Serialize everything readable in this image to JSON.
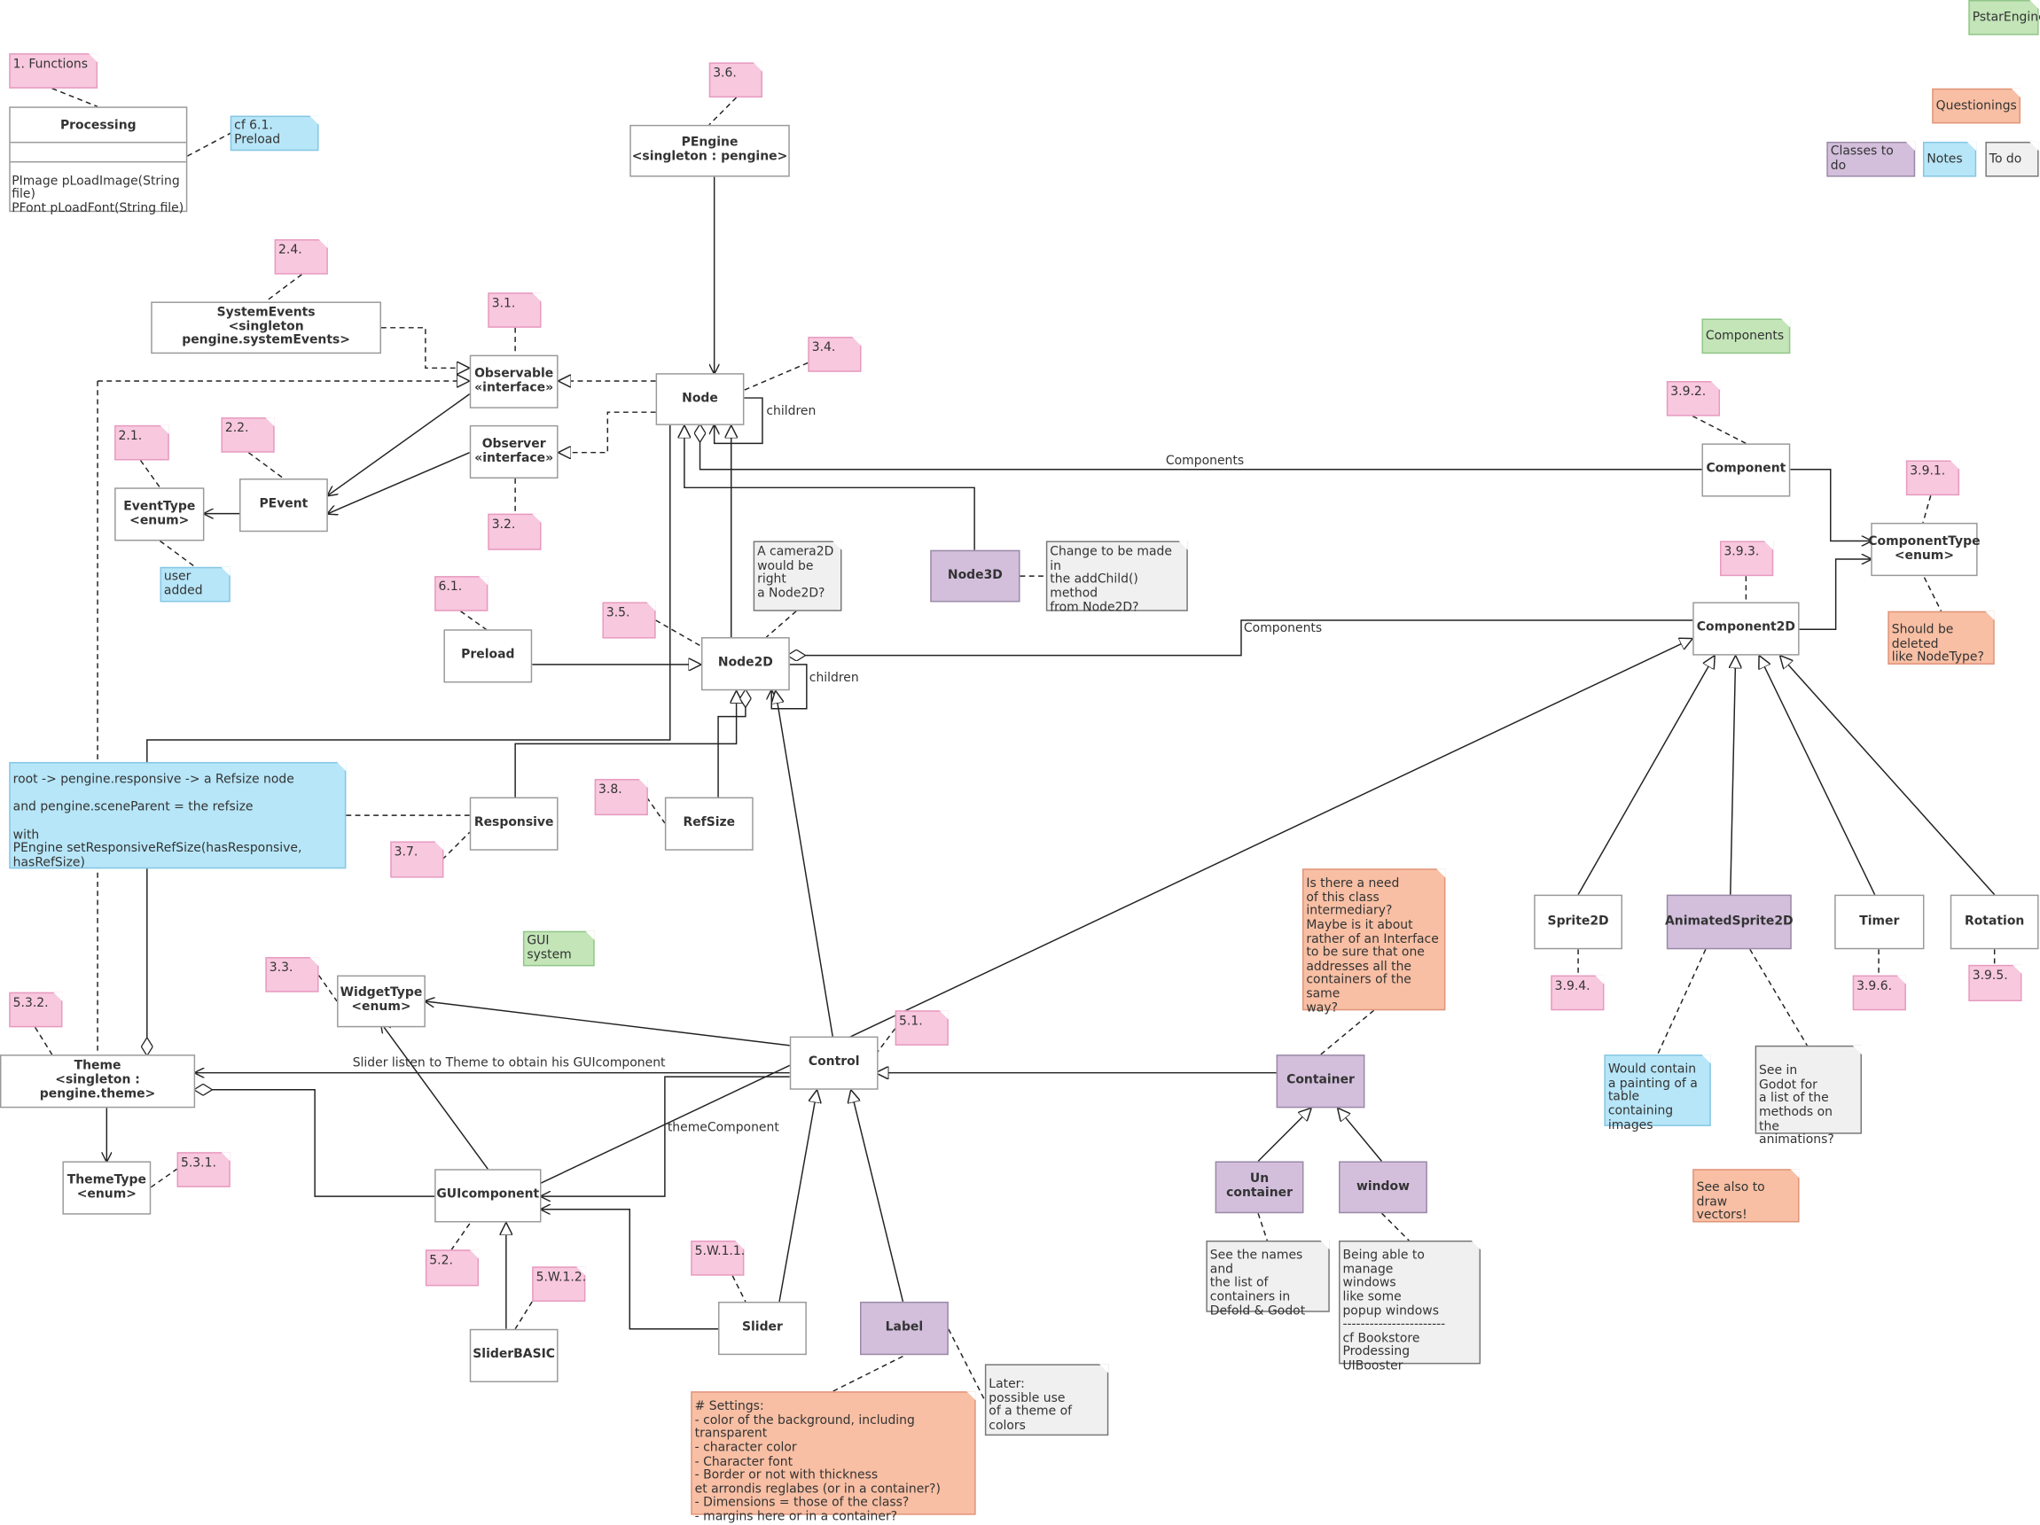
{
  "classes": {
    "processing": {
      "name": "Processing",
      "operations": "PImage pLoadImage(String file)\nPFont pLoadFont(String file)"
    },
    "pengine": "PEngine\n<singleton : pengine>",
    "system_events": "SystemEvents\n<singleton pengine.systemEvents>",
    "observable": "Observable\n«interface»",
    "observer": "Observer\n«interface»",
    "node": "Node",
    "event_type": "EventType\n<enum>",
    "pevent": "PEvent",
    "preload": "Preload",
    "node2d": "Node2D",
    "node3d": "Node3D",
    "component": "Component",
    "component_type": "ComponentType\n<enum>",
    "component2d": "Component2D",
    "responsive": "Responsive",
    "refsize": "RefSize",
    "widget_type": "WidgetType\n<enum>",
    "theme": "Theme\n<singleton : pengine.theme>",
    "theme_type": "ThemeType\n<enum>",
    "control": "Control",
    "guicomponent": "GUIcomponent",
    "slider_basic": "SliderBASIC",
    "slider": "Slider",
    "label": "Label",
    "container": "Container",
    "un_container": "Un container",
    "window": "window",
    "sprite2d": "Sprite2D",
    "animated_sprite2d": "AnimatedSprite2D",
    "timer": "Timer",
    "rotation": "Rotation"
  },
  "section_tags": {
    "functions": "1. Functions",
    "t3_6": "3.6.",
    "t2_4": "2.4.",
    "t3_1": "3.1.",
    "t3_4": "3.4.",
    "t2_1": "2.1.",
    "t2_2": "2.2.",
    "t3_2": "3.2.",
    "t6_1": "6.1.",
    "t3_5": "3.5.",
    "t3_9_2": "3.9.2.",
    "t3_9_1": "3.9.1.",
    "t3_9_3": "3.9.3.",
    "t3_8": "3.8.",
    "t3_7": "3.7.",
    "t3_3": "3.3.",
    "t5_3_2": "5.3.2.",
    "t5_1": "5.1.",
    "t5_3_1": "5.3.1.",
    "t5_2": "5.2.",
    "t5_w_1_2": "5.W.1.2.",
    "t5_w_1_1": "5.W.1.1.",
    "t3_9_4": "3.9.4.",
    "t3_9_6": "3.9.6.",
    "t3_9_5": "3.9.5."
  },
  "notes": {
    "cf_preload": "cf 6.1. Preload",
    "user_added": "user added",
    "camera2d": "A camera2D\nwould be right\na Node2D?",
    "add_child": "Change to be made in\nthe addChild() method\nfrom Node2D?",
    "responsive_info": "root -> pengine.responsive -> a Refsize node\n\nand pengine.sceneParent = the refsize\n\nwith\nPEngine setResponsiveRefSize(hasResponsive, hasRefSize)",
    "deleted_like": "Should be deleted\nlike NodeType?",
    "intermediary": "Is there a need\nof this class\nintermediary?\nMaybe is it about\nrather of an Interface\nto be sure that one\naddresses all the\ncontainers of the same\nway?",
    "table_images": "Would contain\na painting of a\ntable containing\nimages",
    "godot_animations": "See in\nGodot for\na list of the\nmethods on\nthe animations?",
    "draw_vectors": "See also to draw\nvectors!",
    "containers_names": "See the names and\nthe list of\ncontainers in\nDefold & Godot",
    "windows": "Being able to manage\nwindows\nlike some\npopup windows\n-----------------------\ncf Bookstore\nProdessing\nUIBooster",
    "label_settings": "# Settings:\n- color of the background, including transparent\n- character color\n- Character font\n- Border or not with thickness\net arrondis reglabes (or in a container?)\n- Dimensions = those of the class?\n- margins here or in a container?",
    "theme_of_colors": "Later:\npossible use\nof a theme of colors"
  },
  "legend": {
    "pstar_engine": "PstarEngine",
    "questionings": "Questionings",
    "classes_to_do": "Classes to do",
    "notes": "Notes",
    "to_do": "To do",
    "components": "Components",
    "gui_system": "GUI system"
  },
  "edge_labels": {
    "children_node": "children",
    "components_top": "Components",
    "components_2d": "Components",
    "children_node2d": "children",
    "slider_listen": "Slider listen to Theme to obtain his GUIcomponent",
    "theme_component": "themeComponent"
  },
  "colors": {
    "section_pink": "#f8c8de",
    "note_blue": "#b7e6f8",
    "group_green": "#c3e5b8",
    "question_orange": "#f8bfa4",
    "todo_gray": "#f0f0f0",
    "class_purple": "#d3bfdc"
  }
}
